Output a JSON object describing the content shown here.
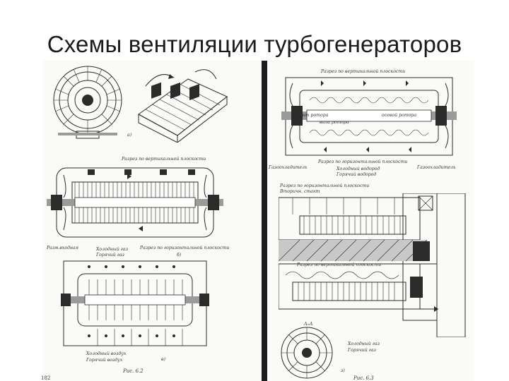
{
  "slide": {
    "title": "Схемы вентиляции турбогенераторов"
  },
  "left_page": {
    "fig_a_label": "а)",
    "fig_b_caption": "Разрез по вертикальной плоскости",
    "fig_b_legend_left": "Разм.входная",
    "fig_b_legend_cold": "Холодный газ",
    "fig_b_legend_hot": "Горячий газ",
    "fig_b_plane": "Разрез по горизонтальной плоскости",
    "fig_b_label": "б)",
    "fig_c_legend_cold": "Холодный воздух",
    "fig_c_legend_hot": "Горячий воздух",
    "fig_c_label": "в)",
    "fig_caption": "Рис. 6.2",
    "page_number": "182"
  },
  "right_page": {
    "fig_top_caption": "Разрез по вертикальной плоскости",
    "fig_top_stator_left": "винт ротора",
    "fig_top_stator_right": "осевой ротора",
    "fig_top_shaft": "вала ротора",
    "fig_top_plane": "Разрез по горизонтальной плоскости",
    "fig_top_legend_left": "Газоохладитель",
    "fig_top_legend_right": "Газоохладитель",
    "fig_top_cold": "Холодный водород",
    "fig_top_hot": "Горячий водород",
    "fig_mid_caption": "Разрез по горизонтальной плоскости",
    "fig_mid_sub": "Вторичн. стакт",
    "fig_mid_vert": "Разрез по вертикальной плоскости",
    "section_label": "А–А",
    "fig_bot_cold": "Холодный газ",
    "fig_bot_hot": "Горячий газ",
    "fig_bot_label": "з)",
    "fig_caption": "Рис. 6.3"
  }
}
